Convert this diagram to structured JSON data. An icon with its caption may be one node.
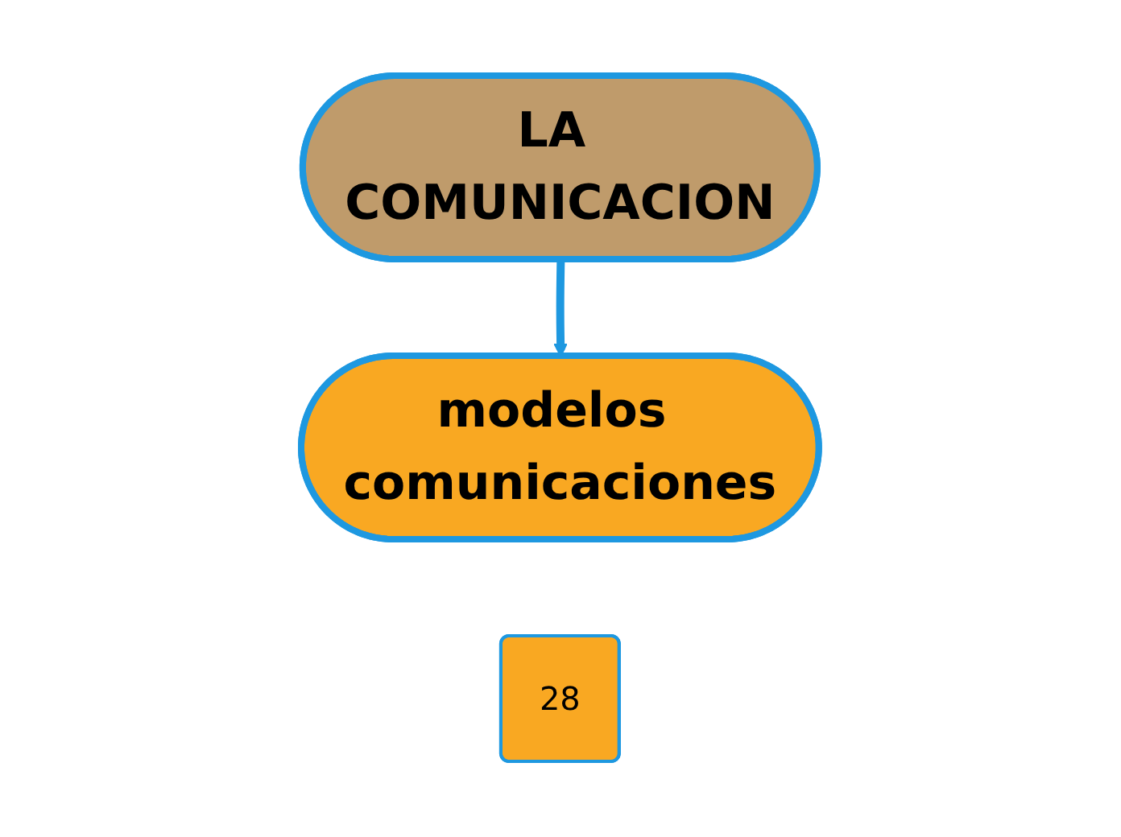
{
  "diagram": {
    "nodes": [
      {
        "text": [
          "LA COMUNICACION"
        ]
      },
      {
        "text": [
          "modelos comunicaciones"
        ]
      },
      {
        "text": [
          "28"
        ]
      }
    ],
    "edges": [
      {
        "from": 0,
        "to": 1,
        "arrow": "to"
      }
    ]
  }
}
